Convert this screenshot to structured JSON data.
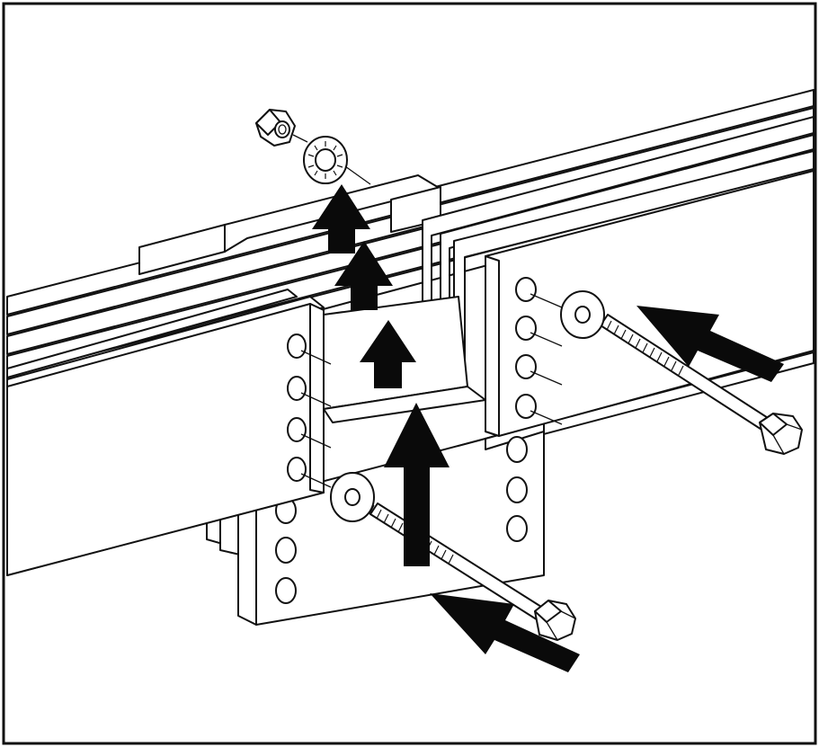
{
  "figure": {
    "domain": "Diagram",
    "colors": {
      "line": "#111111",
      "background": "#ffffff",
      "arrow": "#0a0a0a"
    },
    "parts": [
      "nut",
      "lock-washer",
      "bolt-front",
      "bolt-right",
      "flat-washer",
      "splice-plate",
      "rail-beam"
    ],
    "arrows": [
      "arrow-up",
      "arrow-up",
      "arrow-up",
      "arrow-up",
      "arrow-insert-front",
      "arrow-insert-right"
    ]
  }
}
